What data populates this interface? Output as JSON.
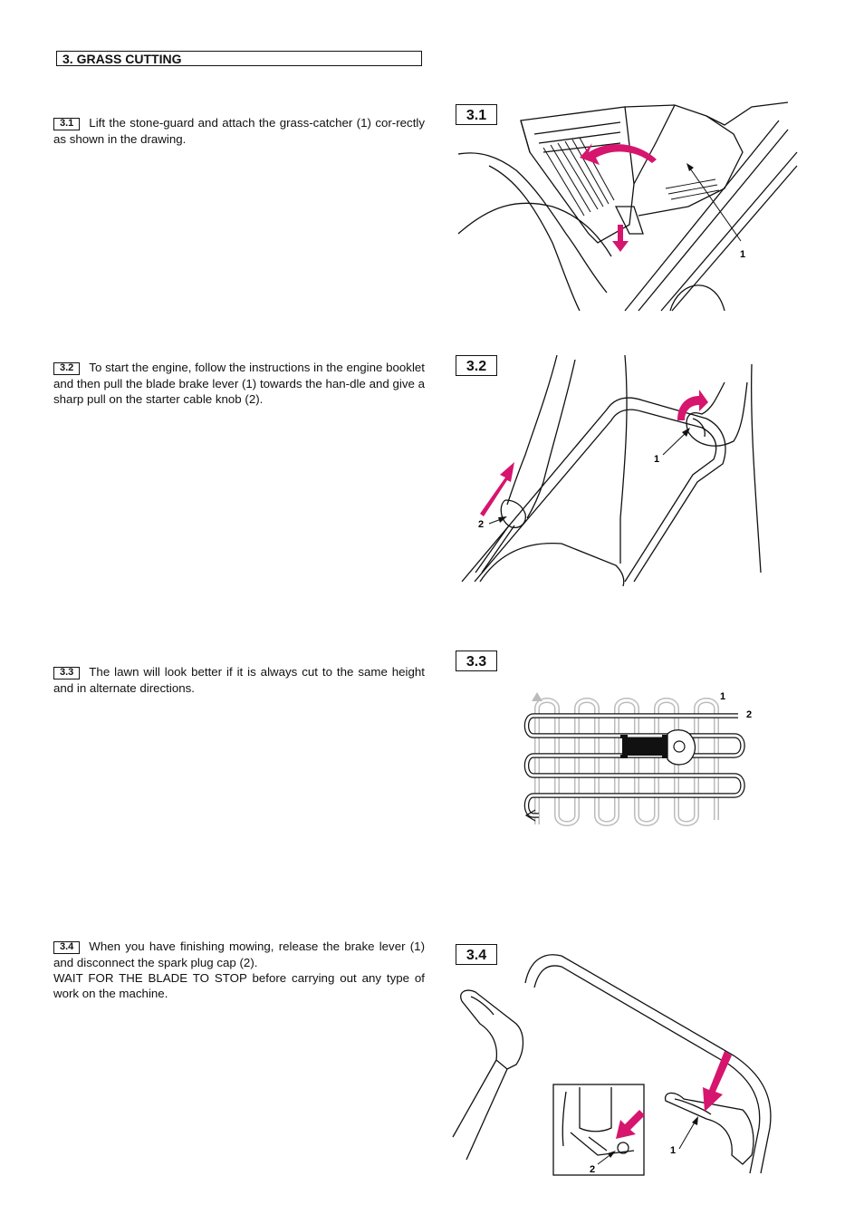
{
  "section": {
    "title": "3. GRASS CUTTING"
  },
  "steps": [
    {
      "tag": "3.1",
      "text": "Lift the stone-guard and attach the grass-catcher (1) cor-rectly as shown in the drawing."
    },
    {
      "tag": "3.2",
      "text": "To start the engine, follow the instructions in the engine booklet and then pull the blade brake lever (1) towards the han-dle and give a sharp pull on the starter cable knob (2)."
    },
    {
      "tag": "3.3",
      "text": "The lawn will look better if it is always cut to the same height and in alternate directions."
    },
    {
      "tag": "3.4",
      "text": "When you have finishing mowing, release the brake lever (1) and disconnect the spark plug cap (2).",
      "text2": "WAIT FOR THE BLADE TO STOP before carrying out any type of work on the machine."
    }
  ],
  "figures": [
    {
      "label": "3.1",
      "callouts": [
        "1"
      ]
    },
    {
      "label": "3.2",
      "callouts": [
        "1",
        "2"
      ]
    },
    {
      "label": "3.3",
      "callouts": [
        "1",
        "2"
      ]
    },
    {
      "label": "3.4",
      "callouts": [
        "1",
        "2"
      ]
    }
  ],
  "colors": {
    "accent": "#d6156e",
    "ink": "#111111"
  }
}
